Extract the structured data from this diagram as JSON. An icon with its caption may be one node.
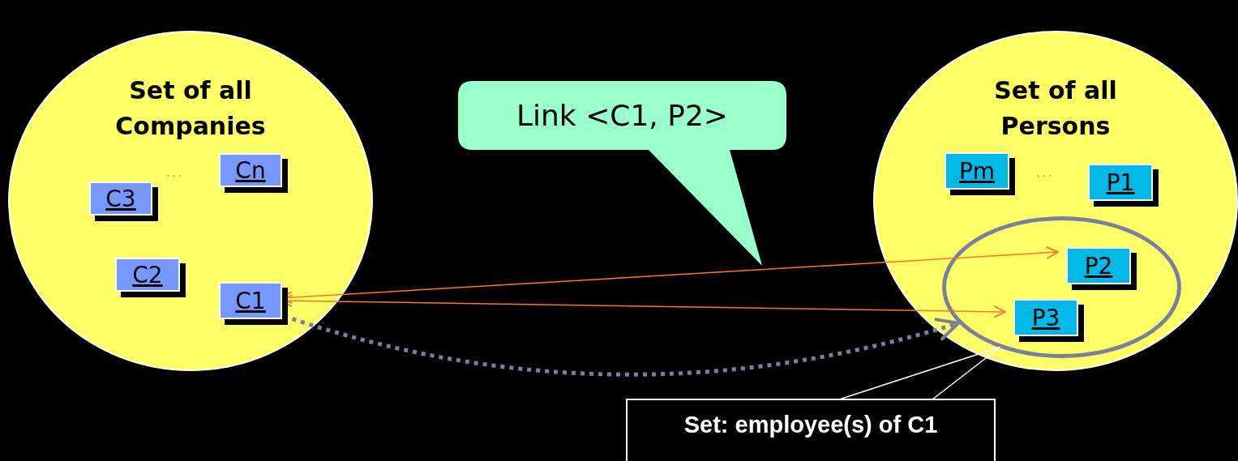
{
  "diagram": {
    "nodes": [
      {
        "text": [
          "Set of all Companies"
        ]
      },
      {
        "text": [
          "C3"
        ],
        "in": 0
      },
      {
        "text": [
          "Cn"
        ],
        "in": 0
      },
      {
        "text": [
          "C2"
        ],
        "in": 0
      },
      {
        "text": [
          "C1"
        ],
        "in": 0
      },
      {
        "text": [
          "Set of all Persons"
        ]
      },
      {
        "text": [
          "Pm"
        ],
        "in": 5
      },
      {
        "text": [
          "P1"
        ],
        "in": 5
      },
      {
        "text": [],
        "shape": "ellipse",
        "in": 5
      },
      {
        "text": [
          "P2"
        ],
        "in": 8
      },
      {
        "text": [
          "P3"
        ],
        "in": 8
      },
      {
        "text": [
          "Link <C1, P2>"
        ]
      },
      {
        "text": [
          "Set: employee(s) of C1"
        ]
      }
    ],
    "edges": [
      {
        "from": 4,
        "to": 9,
        "arrow": "both"
      },
      {
        "from": 4,
        "to": 10,
        "arrow": "both"
      },
      {
        "from": 4,
        "to": 8,
        "arrow": "to",
        "style": "dashed",
        "color": "#7a7f9c"
      },
      {
        "from": 12,
        "to": 8,
        "arrow": "none",
        "color": "#ffffff"
      }
    ],
    "labels": [
      "...",
      "..."
    ]
  }
}
